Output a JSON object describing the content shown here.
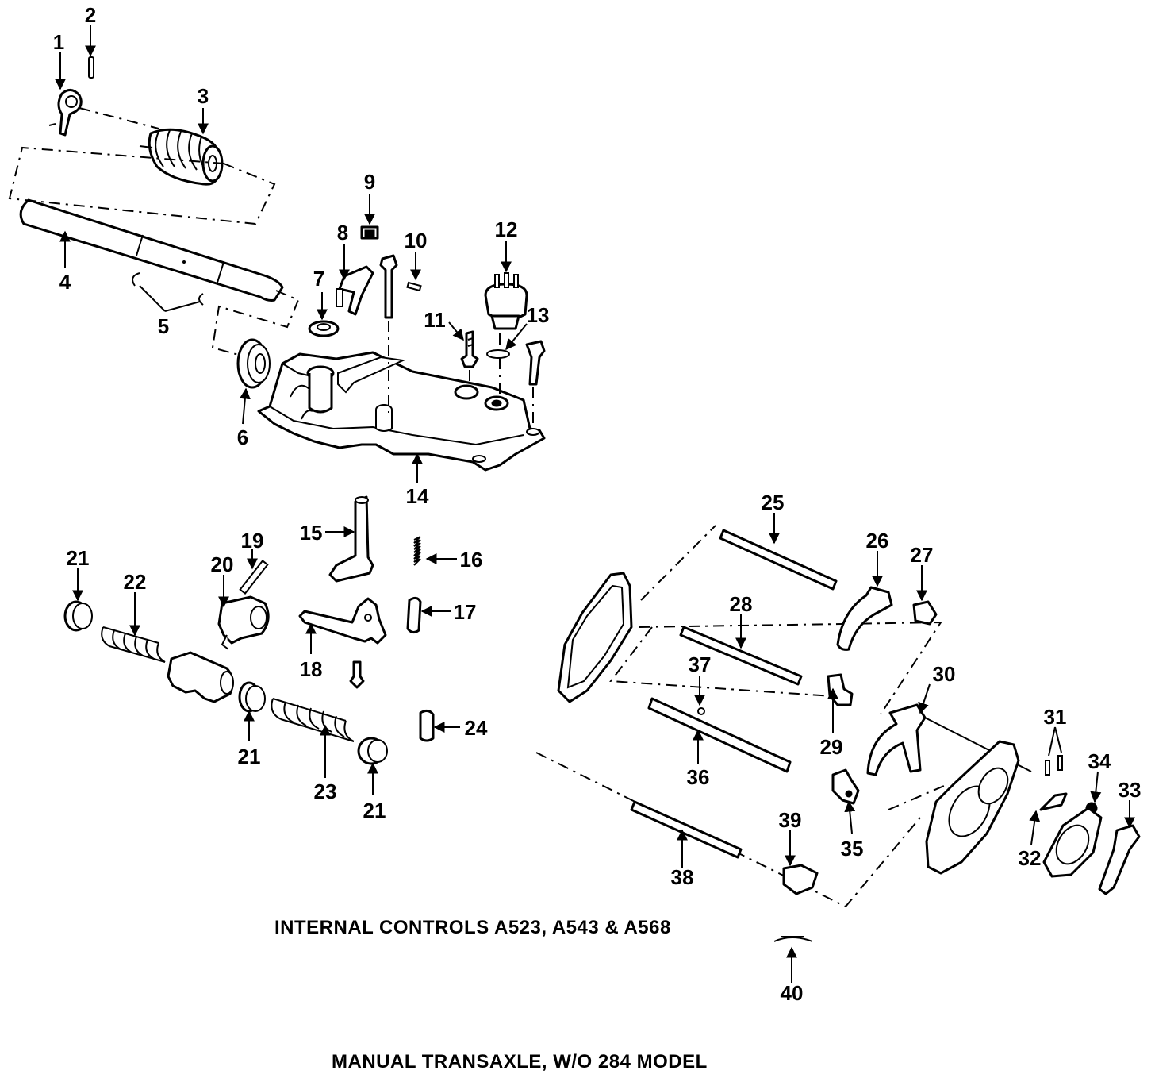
{
  "captions": {
    "internal_controls": "INTERNAL CONTROLS A523, A543 & A568",
    "model": "MANUAL TRANSAXLE, W/O 284 MODEL"
  },
  "callouts": [
    "1",
    "2",
    "3",
    "4",
    "5",
    "6",
    "7",
    "8",
    "9",
    "10",
    "11",
    "12",
    "13",
    "14",
    "15",
    "16",
    "17",
    "18",
    "19",
    "20",
    "21",
    "22",
    "23",
    "24",
    "25",
    "26",
    "27",
    "28",
    "29",
    "30",
    "31",
    "32",
    "33",
    "34",
    "35",
    "36",
    "37",
    "38",
    "39",
    "40"
  ],
  "callout_21": "21",
  "colors": {
    "ink": "#000000",
    "paper": "#ffffff"
  }
}
